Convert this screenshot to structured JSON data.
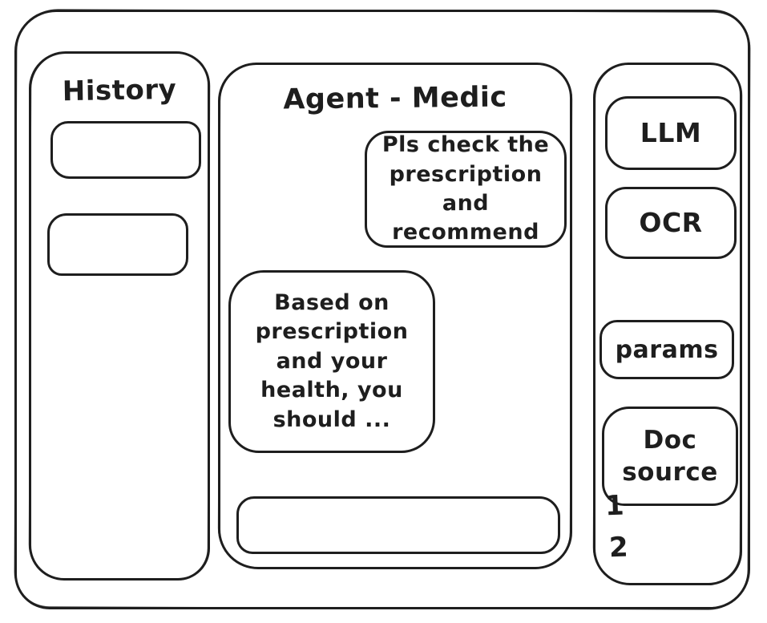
{
  "app": {
    "kind": "hand-drawn wireframe",
    "title": "Agent - Medic"
  },
  "colors": {
    "stroke": "#1e1e1e",
    "background": "#ffffff"
  },
  "sidebar_left": {
    "title": "History",
    "items": [
      {
        "label": ""
      },
      {
        "label": ""
      }
    ]
  },
  "chat": {
    "title": "Agent - Medic",
    "messages": [
      {
        "role": "user",
        "text": "Pls check the\nprescription\nand recommend"
      },
      {
        "role": "assistant",
        "text": "Based on\nprescription\nand your\nhealth, you\nshould ..."
      }
    ],
    "input": {
      "value": "",
      "placeholder": ""
    }
  },
  "sidebar_right": {
    "buttons": [
      {
        "label": "LLM"
      },
      {
        "label": "OCR"
      },
      {
        "label": "params"
      },
      {
        "label": "Doc\nsource"
      }
    ],
    "annotations": [
      {
        "label": "1"
      },
      {
        "label": "2"
      }
    ]
  }
}
